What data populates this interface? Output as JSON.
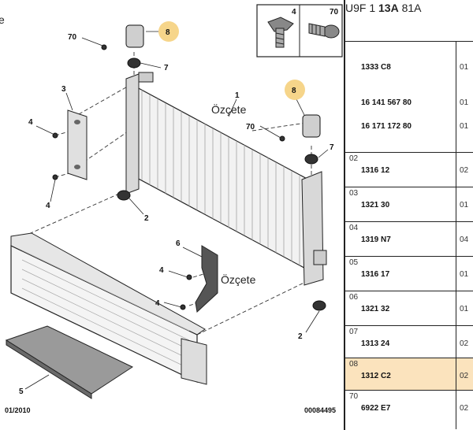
{
  "header": {
    "ref_prefix": "U9F 1",
    "ref_bold": "13A",
    "ref_suffix": "81A",
    "corner_text": "e"
  },
  "fastener_inset": {
    "labels": [
      "4",
      "70"
    ]
  },
  "callouts": {
    "c70a": "70",
    "c8a": "8",
    "c7a": "7",
    "c3": "3",
    "c4a": "4",
    "c1": "1",
    "c8b": "8",
    "c70b": "70",
    "c7b": "7",
    "c4b": "4",
    "c2a": "2",
    "c6": "6",
    "c4c": "4",
    "c4d": "4",
    "c2b": "2",
    "c5": "5"
  },
  "annotations": {
    "hand_a": "Özçete",
    "hand_b": "Özçete"
  },
  "parts": [
    {
      "pos": "",
      "refs": [
        "1333 C8",
        "16 141 567 80",
        "16 171 172 80"
      ],
      "qtys": [
        "01",
        "01",
        "01"
      ]
    },
    {
      "pos": "02",
      "refs": [
        "1316 12"
      ],
      "qtys": [
        "02"
      ]
    },
    {
      "pos": "03",
      "refs": [
        "1321 30"
      ],
      "qtys": [
        "01"
      ]
    },
    {
      "pos": "04",
      "refs": [
        "1319 N7"
      ],
      "qtys": [
        "04"
      ]
    },
    {
      "pos": "05",
      "refs": [
        "1316 17"
      ],
      "qtys": [
        "01"
      ]
    },
    {
      "pos": "06",
      "refs": [
        "1321 32"
      ],
      "qtys": [
        "01"
      ]
    },
    {
      "pos": "07",
      "refs": [
        "1313 24"
      ],
      "qtys": [
        "02"
      ]
    },
    {
      "pos": "08",
      "refs": [
        "1312 C2"
      ],
      "qtys": [
        "02"
      ],
      "highlight": true
    },
    {
      "pos": "70",
      "refs": [
        "6922 E7"
      ],
      "qtys": [
        "02"
      ]
    }
  ],
  "footer": {
    "date": "01/2010",
    "code": "00084495"
  },
  "colors": {
    "highlight": "#fbe3bd",
    "callout_bubble": "#f6d58a",
    "line": "#222222"
  }
}
